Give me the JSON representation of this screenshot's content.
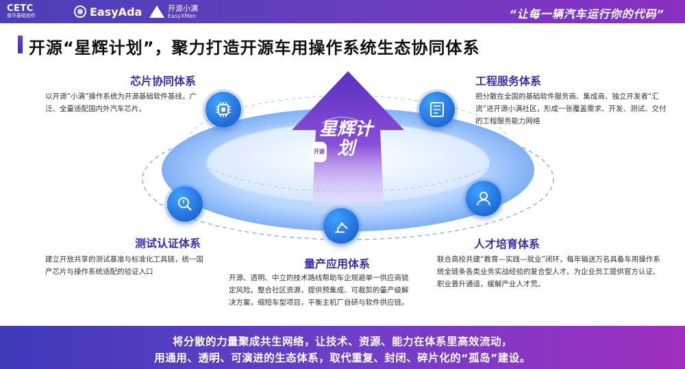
{
  "header": {
    "logos": [
      {
        "name": "cetc",
        "text": "CETC",
        "subtext": "普华基础软件"
      },
      {
        "name": "easyada",
        "text": "EasyAda"
      },
      {
        "name": "easyxmen",
        "text": "开源小满",
        "subtext": "EasyXMen"
      }
    ],
    "slogan": "“让每一辆汽车运行你的代码”"
  },
  "title": "开源“星辉计划”，聚力打造开源车用操作系统生态协同体系",
  "center_label": {
    "main": "星辉计划",
    "badge": "开源"
  },
  "sections": {
    "chip": {
      "title": "芯片协同体系",
      "text": "以开源“小满”操作系统为开源基础软件基线，广泛、全量适配国内外汽车芯片。",
      "icon": "chip-icon"
    },
    "engineering": {
      "title": "工程服务体系",
      "text": "把分散在全国的基础软件服务商、集成商、独立开发者“汇流”进开源小满社区，形成一张覆盖需求、开发、测试、交付的工程服务能力网络",
      "icon": "engineering-tools-icon"
    },
    "testing": {
      "title": "测试认证体系",
      "text": "建立开放共享的测试基准与标准化工具链，统一国产芯片与操作系统适配的验证入口",
      "icon": "test-search-icon"
    },
    "production": {
      "title": "量产应用体系",
      "text": "开源、透明、中立的技术路线帮助车企规避单一供应商锁定风险。整合社区资源，提供预集成、可裁剪的量产级解决方案，缩短车型项目，平衡主机厂自研与软件供应链。",
      "icon": "robot-arm-icon"
    },
    "talent": {
      "title": "人才培育体系",
      "text": "联合高校共建“教育—实践—就业”闭环，每年输送万名具备车用操作系统全链条各类业务实战经验的复合型人才。为企业员工提供官方认证、职业晋升通道，缓解产业人才荒。",
      "icon": "person-icon"
    }
  },
  "footer": {
    "line1": "将分散的力量聚成共生网络，让技术、资源、能力在体系里高效流动，",
    "line2": "用通用、透明、可演进的生态体系，取代重复、封闭、碎片化的“孤岛”建设。"
  }
}
